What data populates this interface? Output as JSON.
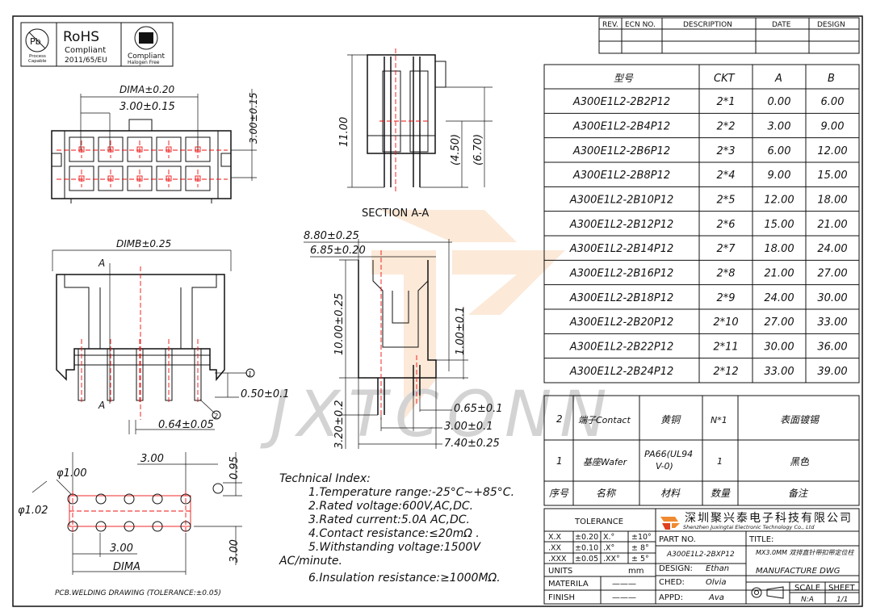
{
  "badges": {
    "pb": "Pb",
    "process_capable": "Process\nCapable",
    "rohs": "RoHS",
    "rohs_compliant": "Compliant",
    "rohs_directive": "2011/65/EU",
    "halogen_compliant": "Compliant",
    "halogen_free": "Halogen Free"
  },
  "watermark": "JXTCONN",
  "revision_table": {
    "headers": [
      "REV.",
      "ECN NO.",
      "DESCRIPTION",
      "DATE",
      "DESIGN"
    ]
  },
  "parts_table": {
    "headers": [
      "型号",
      "CKT",
      "A",
      "B"
    ],
    "rows": [
      [
        "A300E1L2-2B2P12",
        "2*1",
        "0.00",
        "6.00"
      ],
      [
        "A300E1L2-2B4P12",
        "2*2",
        "3.00",
        "9.00"
      ],
      [
        "A300E1L2-2B6P12",
        "2*3",
        "6.00",
        "12.00"
      ],
      [
        "A300E1L2-2B8P12",
        "2*4",
        "9.00",
        "15.00"
      ],
      [
        "A300E1L2-2B10P12",
        "2*5",
        "12.00",
        "18.00"
      ],
      [
        "A300E1L2-2B12P12",
        "2*6",
        "15.00",
        "21.00"
      ],
      [
        "A300E1L2-2B14P12",
        "2*7",
        "18.00",
        "24.00"
      ],
      [
        "A300E1L2-2B16P12",
        "2*8",
        "21.00",
        "27.00"
      ],
      [
        "A300E1L2-2B18P12",
        "2*9",
        "24.00",
        "30.00"
      ],
      [
        "A300E1L2-2B20P12",
        "2*10",
        "27.00",
        "33.00"
      ],
      [
        "A300E1L2-2B22P12",
        "2*11",
        "30.00",
        "36.00"
      ],
      [
        "A300E1L2-2B24P12",
        "2*12",
        "33.00",
        "39.00"
      ]
    ]
  },
  "bom_table": {
    "rows": [
      [
        "2",
        "端子Contact",
        "黄铜",
        "N*1",
        "表面镀锡"
      ],
      [
        "1",
        "基座Wafer",
        "PA66(UL94\nV-0)",
        "1",
        "黑色"
      ]
    ],
    "headers": [
      "序号",
      "名称",
      "材料",
      "数量",
      "备注"
    ]
  },
  "title_block": {
    "tolerance": "TOLERANCE",
    "tol_rows": [
      [
        "X.X",
        "±0.20",
        "X.°",
        "±10°"
      ],
      [
        ".XX",
        "±0.10",
        ".X°",
        "± 8°"
      ],
      [
        ".XXX",
        "±0.05",
        ".XX°",
        "± 5°"
      ]
    ],
    "units_label": "UNITS",
    "units_value": "mm",
    "material_label": "MATERILA",
    "material_value": "———",
    "finish_label": "FINISH",
    "finish_value": "———",
    "company_cn": "深圳聚兴泰电子科技有限公司",
    "company_en": "Shenzhen Juxingtai Electronic Technology Co., Ltd",
    "part_no_label": "PART NO.",
    "part_no_value": "A300E1L2-2BXP12",
    "title_label": "TITLE:",
    "title_value": "MX3.0MM  双排直针带扣带定位柱",
    "design_label": "DESIGN:",
    "design_value": "Ethan",
    "dwg_label": "MANUFACTURE  DWG",
    "ched_label": "CHED:",
    "ched_value": "Olvia",
    "appd_label": "APPD:",
    "appd_value": "Ava",
    "scale_label": "SCALE",
    "scale_value": "N:A",
    "sheet_label": "SHEET",
    "sheet_value": "1/1"
  },
  "technical": {
    "heading": "Technical  Index:",
    "lines": [
      "1.Temperature  range:-25°C~+85°C.",
      "2.Rated  voltage:600V,AC,DC.",
      "3.Rated  current:5.0A  AC,DC.",
      "4.Contact  resistance:≤20mΩ  .",
      "5.Withstanding  voltage:1500V",
      "AC/minute.",
      "6.Insulation  resistance:≥1000MΩ."
    ]
  },
  "dims": {
    "top_dima": "DIMA±0.20",
    "top_300": "3.00±0.15",
    "top_right_300": "3.00±0.15",
    "section_11": "11.00",
    "section_450": "(4.50)",
    "section_670": "(6.70)",
    "section_label": "SECTION  A-A",
    "front_dimb": "DIMB±0.25",
    "front_a1": "A",
    "front_a2": "A",
    "front_050": "0.50±0.1",
    "front_064": "0.64±0.05",
    "callout_1": "1",
    "callout_2": "2",
    "side_880": "8.80±0.25",
    "side_685": "6.85±0.20",
    "side_1000": "10.00±0.25",
    "side_100": "1.00±0.1",
    "side_065": "0.65±0.1",
    "side_300": "3.00±0.1",
    "side_740": "7.40±0.25",
    "side_320": "3.20±0.2",
    "pcb_300_top": "3.00",
    "pcb_095": "0.95",
    "pcb_phi100": "φ1.00",
    "pcb_phi102": "φ1.02",
    "pcb_300_mid": "3.00",
    "pcb_300_right": "3.00",
    "pcb_dima": "DIMA",
    "pcb_caption": "PCB.WELDING  DRAWING  (TOLERANCE:±0.05)"
  }
}
